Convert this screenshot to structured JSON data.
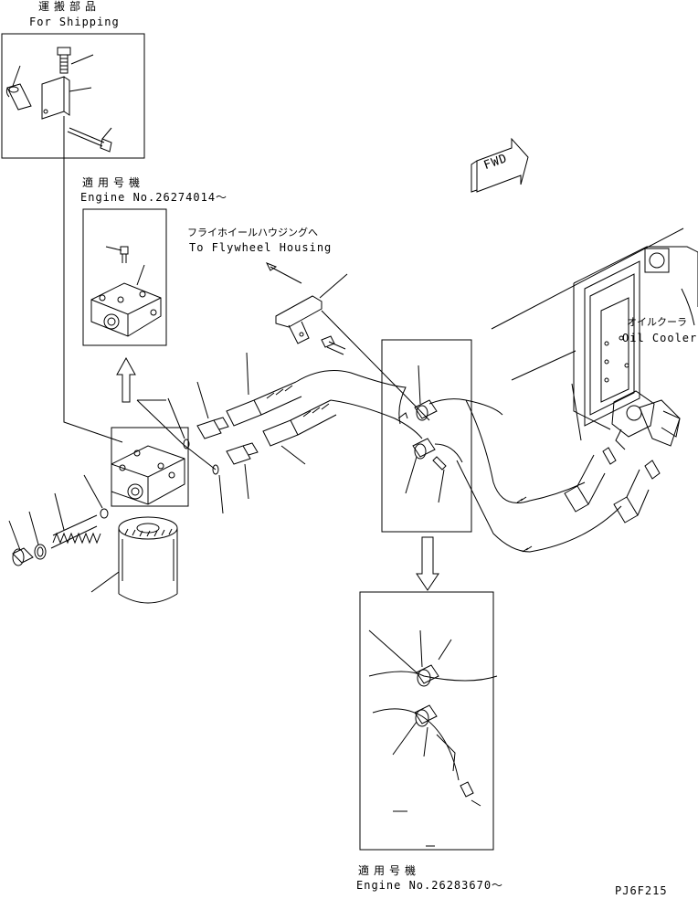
{
  "shipping": {
    "jp": "運搬部品",
    "en": "For Shipping"
  },
  "inset_top": {
    "jp": "適用号機",
    "en": "Engine No.26274014～"
  },
  "flywheel": {
    "jp": "フライホイールハウジングへ",
    "en": "To Flywheel Housing"
  },
  "oil_cooler": {
    "jp": "オイルクーラ",
    "en": "Oil Cooler"
  },
  "fwd": "FWD",
  "inset_bottom": {
    "jp": "適用号機",
    "en": "Engine No.26283670～"
  },
  "drawing_code": "PJ6F215"
}
